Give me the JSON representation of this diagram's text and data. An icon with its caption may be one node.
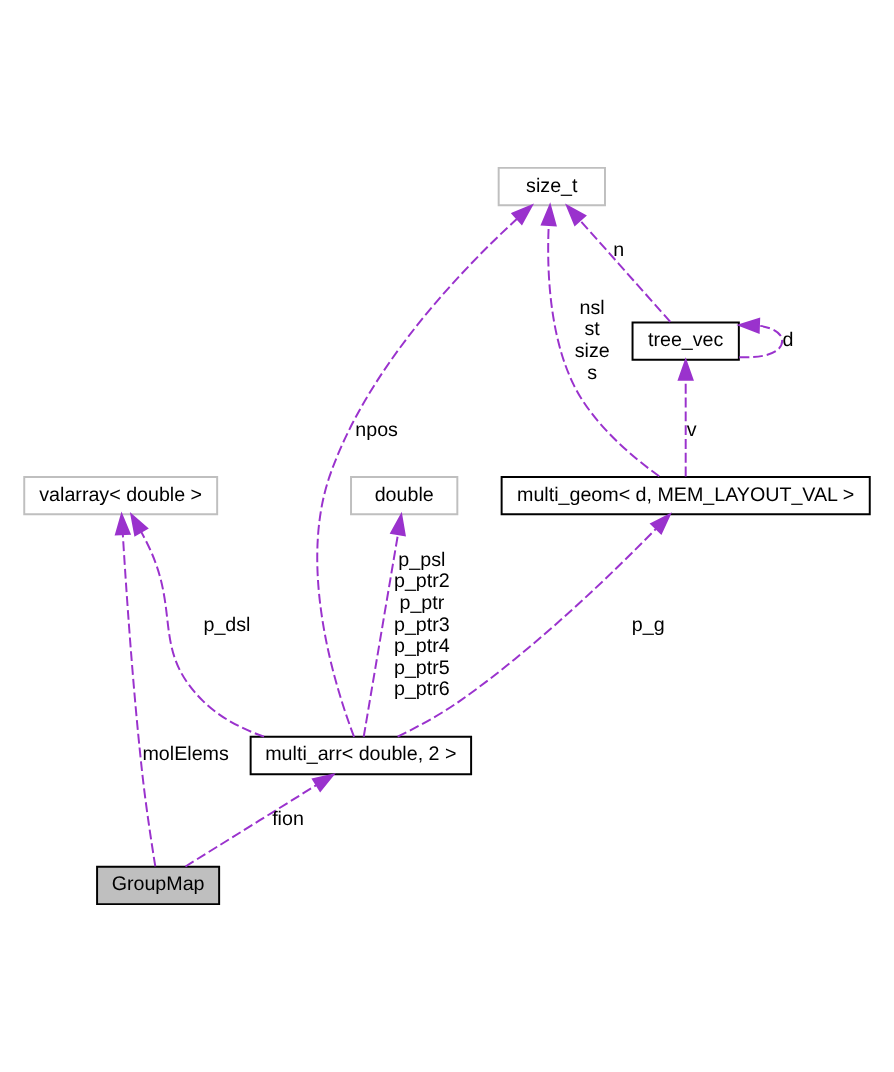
{
  "diagram": {
    "nodes": [
      {
        "text": [
          "size_t"
        ]
      },
      {
        "text": [
          "tree_vec"
        ]
      },
      {
        "text": [
          "double"
        ]
      },
      {
        "text": [
          "multi_geom< d, MEM_LAYOUT_VAL >"
        ]
      },
      {
        "text": [
          "valarray< double >"
        ]
      },
      {
        "text": [
          "multi_arr< double, 2 >"
        ]
      },
      {
        "text": [
          "GroupMap"
        ]
      }
    ],
    "edges": [
      {
        "from": 1,
        "to": 0,
        "arrow": "to",
        "label": "n",
        "style": "dashed"
      },
      {
        "from": 1,
        "to": 1,
        "arrow": "to",
        "label": "d",
        "style": "dashed"
      },
      {
        "from": 3,
        "to": 0,
        "arrow": "to",
        "label": "nsl st size s",
        "style": "dashed"
      },
      {
        "from": 3,
        "to": 1,
        "arrow": "to",
        "label": "v",
        "style": "dashed"
      },
      {
        "from": 5,
        "to": 0,
        "arrow": "to",
        "label": "npos",
        "style": "dashed"
      },
      {
        "from": 5,
        "to": 2,
        "arrow": "to",
        "label": "p_psl p_ptr2 p_ptr p_ptr3 p_ptr4 p_ptr5 p_ptr6",
        "style": "dashed"
      },
      {
        "from": 5,
        "to": 3,
        "arrow": "to",
        "label": "p_g",
        "style": "dashed"
      },
      {
        "from": 5,
        "to": 4,
        "arrow": "to",
        "label": "p_dsl",
        "style": "dashed"
      },
      {
        "from": 6,
        "to": 5,
        "arrow": "to",
        "label": "fion",
        "style": "dashed"
      },
      {
        "from": 6,
        "to": 4,
        "arrow": "to",
        "label": "molElems",
        "style": "dashed"
      }
    ]
  }
}
